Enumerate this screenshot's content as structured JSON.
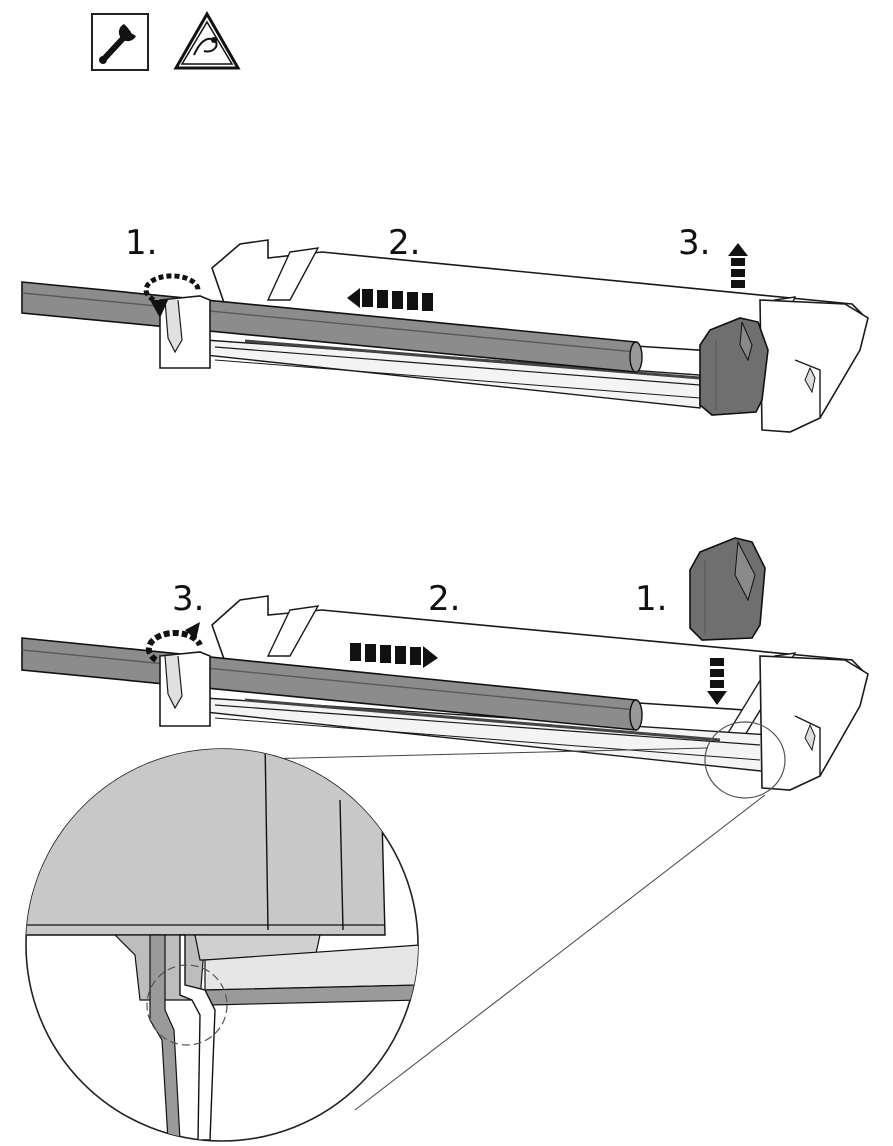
{
  "icons": {
    "tool_icon": "wrench-icon",
    "warning_icon": "pinch-warning-icon"
  },
  "top_assembly": {
    "step1_label": "1.",
    "step2_label": "2.",
    "step3_label": "3."
  },
  "bottom_assembly": {
    "step1_label": "1.",
    "step2_label": "2.",
    "step3_label": "3."
  },
  "colors": {
    "line": "#1a1a1a",
    "bar_gray": "#8c8c8c",
    "cap_dark": "#6f6f6f",
    "detail_gray": "#c8c8c8",
    "detail_light": "#e6e6e6"
  }
}
